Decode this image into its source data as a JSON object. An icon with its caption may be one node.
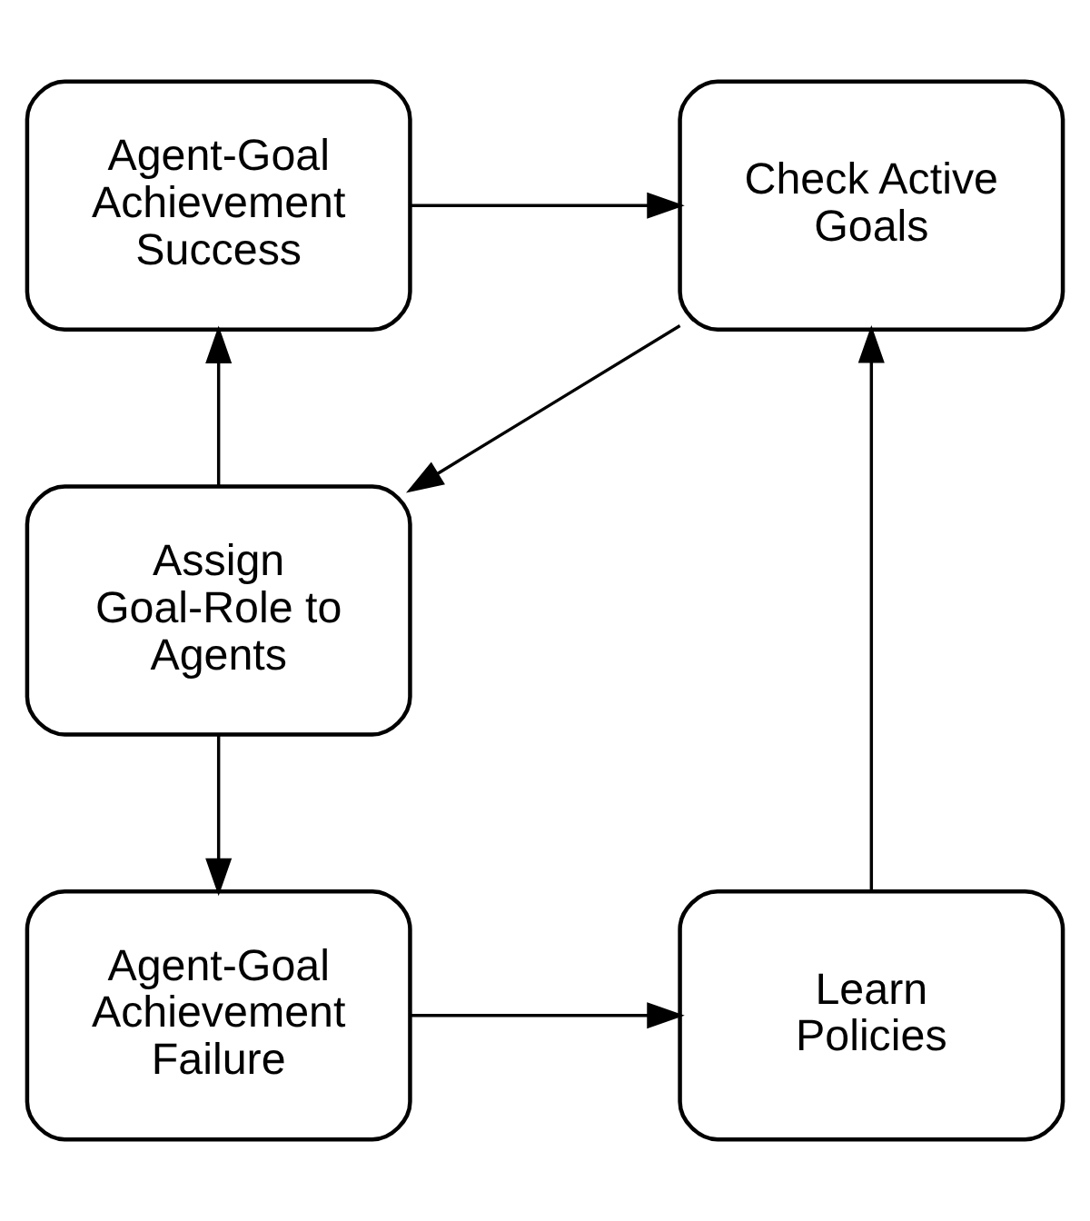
{
  "diagram": {
    "nodes": [
      {
        "text": [
          "Check Active Goals"
        ]
      },
      {
        "text": [
          "Agent-Goal Achievement Success"
        ]
      },
      {
        "text": [
          "Assign Goal-Role to Agents"
        ]
      },
      {
        "text": [
          "Learn Policies"
        ]
      },
      {
        "text": [
          "Agent-Goal Achievement Failure"
        ]
      }
    ],
    "edges": [
      {
        "from": 0,
        "to": 2,
        "arrow": "to"
      },
      {
        "from": 2,
        "to": 1,
        "arrow": "to"
      },
      {
        "from": 1,
        "to": 0,
        "arrow": "to"
      },
      {
        "from": 2,
        "to": 4,
        "arrow": "to"
      },
      {
        "from": 4,
        "to": 3,
        "arrow": "to"
      },
      {
        "from": 3,
        "to": 0,
        "arrow": "to"
      }
    ]
  }
}
